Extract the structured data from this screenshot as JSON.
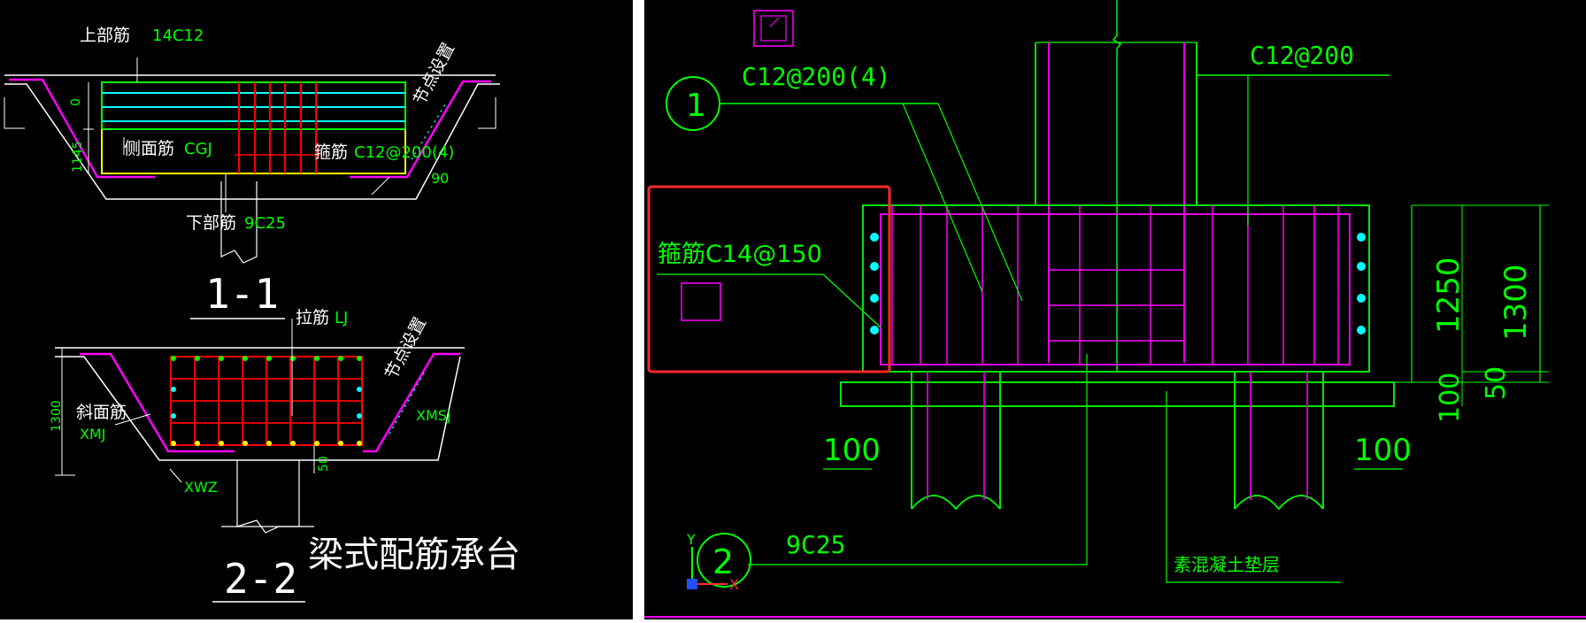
{
  "colors": {
    "background": "#000000",
    "separator": "#ffffff",
    "green": "#00ff00",
    "magenta": "#ff00ff",
    "red": "#ff0000",
    "cyan": "#00ffff",
    "yellow": "#ffff00",
    "white": "#ffffff",
    "highlight": "#ff2a2a"
  },
  "left_panel": {
    "section_1": {
      "top_bar_label": "上部筋",
      "top_bar_value": "14C12",
      "node_label": "节点设置",
      "dim_top": "0",
      "dim_side": "1145",
      "side_bar_label": "侧面筋",
      "side_bar_value": "CGJ",
      "stirrup_label": "箍筋",
      "stirrup_value": "C12@200(4)",
      "angle": "90",
      "bottom_bar_label": "下部筋",
      "bottom_bar_value": "9C25",
      "title": "1-1"
    },
    "section_2": {
      "tie_label": "拉筋",
      "tie_value": "LJ",
      "node_label": "节点设置",
      "dim_height": "1300",
      "slope_label": "斜面筋",
      "slope_value": "XMJ",
      "xmsj": "XMSJ",
      "xwz": "XWZ",
      "dim_50": "50",
      "title": "2-2",
      "caption": "梁式配筋承台"
    }
  },
  "right_panel": {
    "callout_number": "1",
    "stirrup_4": "C12@200(4)",
    "stirrup_top": "C12@200",
    "stirrup_side": "箍筋C14@150",
    "dim_1250": "1250",
    "dim_1300": "1300",
    "dim_100_right": "100",
    "dim_50": "50",
    "dim_100_left": "100",
    "dim_100_right_bottom": "100",
    "callout_2": "2",
    "bottom_bar": "9C25",
    "cushion_label": "素混凝土垫层",
    "axis_y": "Y",
    "axis_x": "X"
  }
}
